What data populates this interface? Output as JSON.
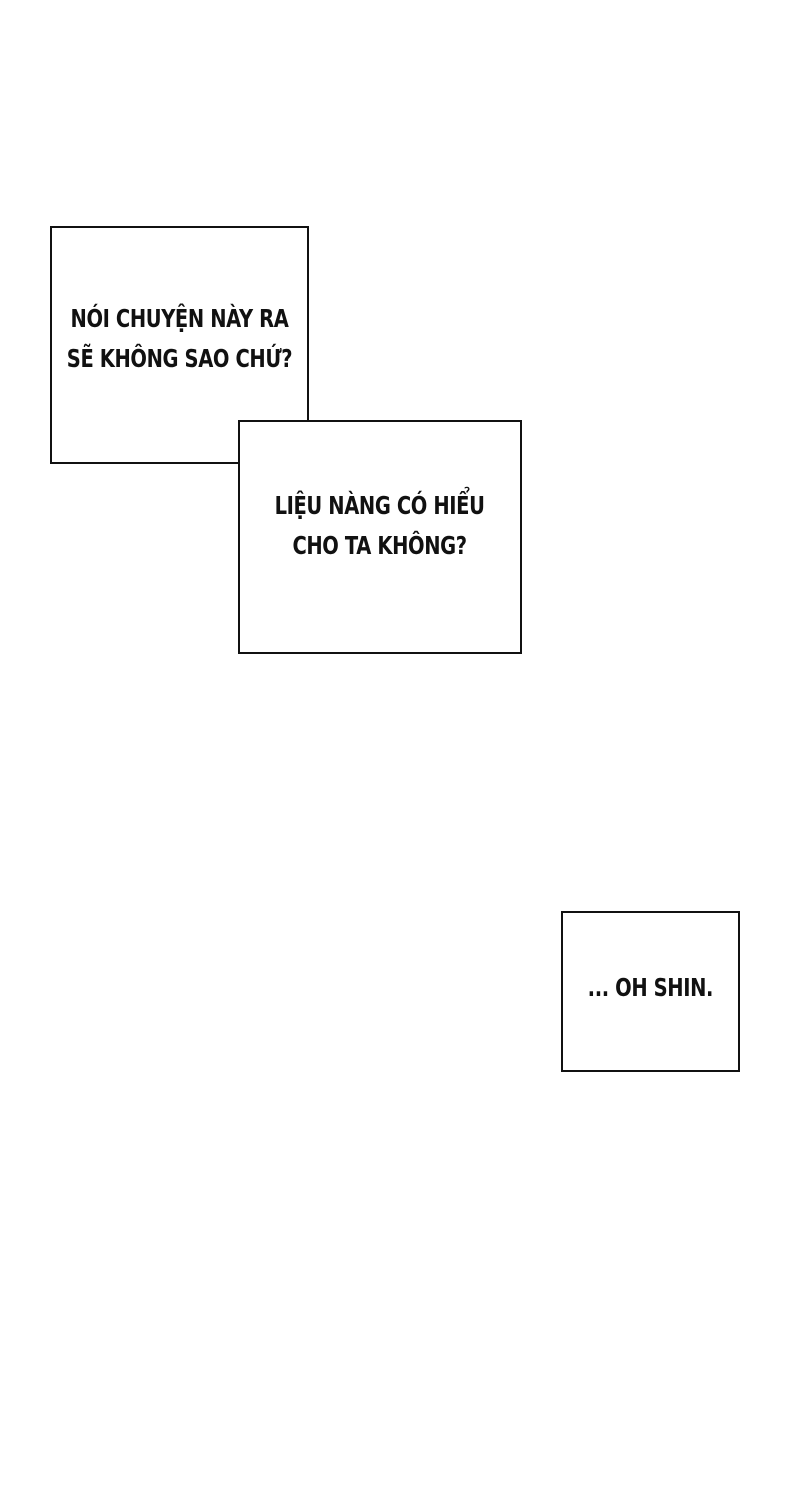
{
  "captions": [
    {
      "lines": [
        "NÓI CHUYỆN NÀY RA",
        "SẼ KHÔNG SAO CHỨ?"
      ]
    },
    {
      "lines": [
        "LIỆU NÀNG CÓ HIỂU",
        "CHO TA KHÔNG?"
      ]
    },
    {
      "lines": [
        "... OH SHIN."
      ]
    }
  ],
  "colors": {
    "background": "#ffffff",
    "border": "#111111",
    "text": "#111111"
  }
}
